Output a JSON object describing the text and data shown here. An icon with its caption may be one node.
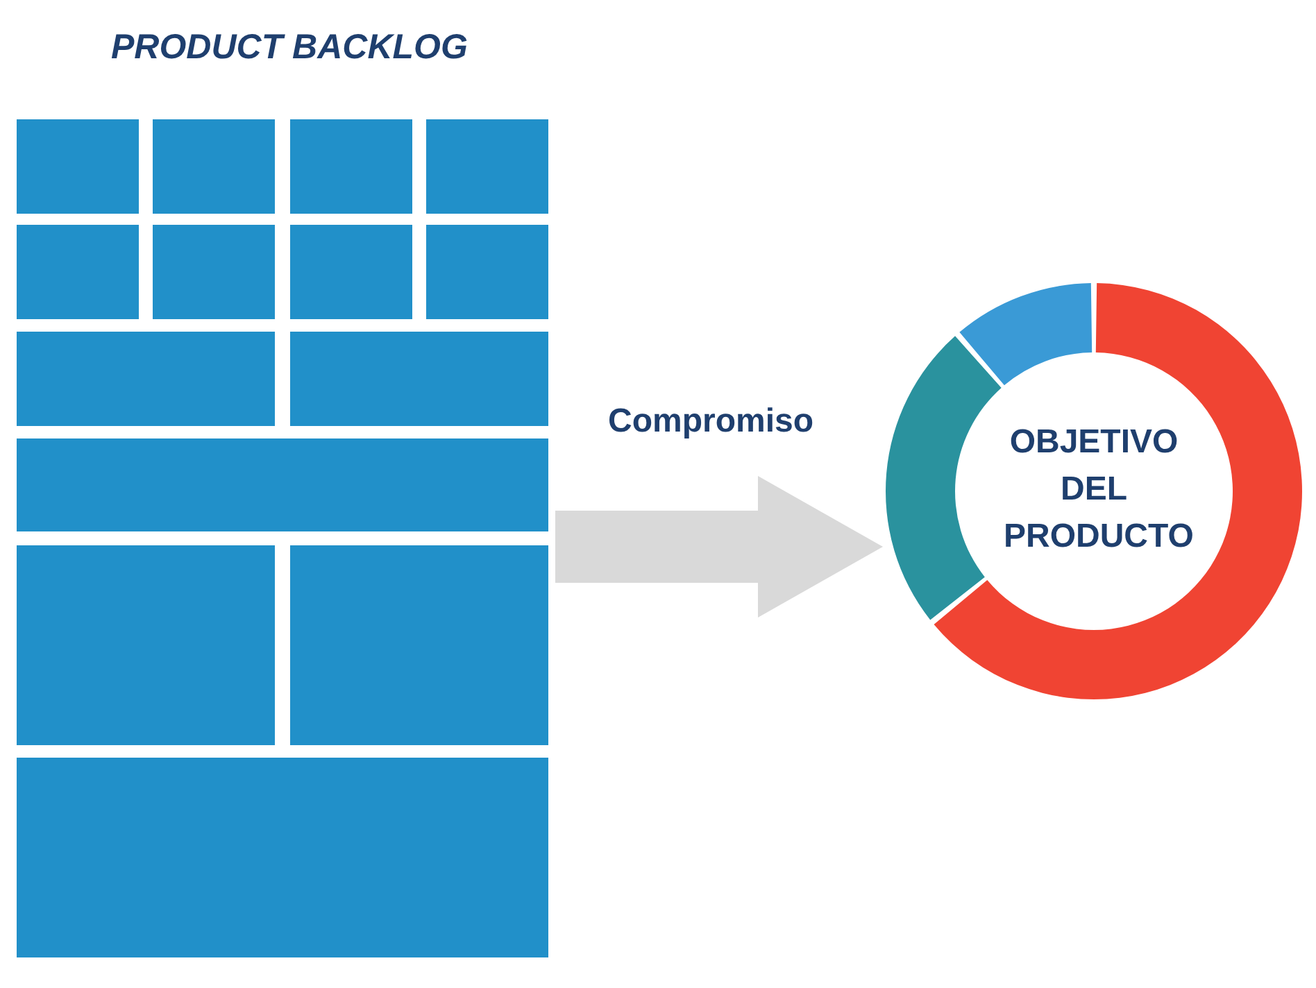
{
  "diagram": {
    "nodes": [
      {
        "text": [
          "PRODUCT BACKLOG"
        ]
      },
      {
        "text": [],
        "shape": "box",
        "in": 0
      },
      {
        "text": [],
        "shape": "box",
        "in": 0
      },
      {
        "text": [],
        "shape": "box",
        "in": 0
      },
      {
        "text": [],
        "shape": "box",
        "in": 0
      },
      {
        "text": [],
        "shape": "box",
        "in": 0
      },
      {
        "text": [],
        "shape": "box",
        "in": 0
      },
      {
        "text": [],
        "shape": "box",
        "in": 0
      },
      {
        "text": [],
        "shape": "box",
        "in": 0
      },
      {
        "text": [],
        "shape": "box",
        "in": 0
      },
      {
        "text": [],
        "shape": "box",
        "in": 0
      },
      {
        "text": [],
        "shape": "box",
        "in": 0
      },
      {
        "text": [],
        "shape": "box",
        "in": 0
      },
      {
        "text": [],
        "shape": "box",
        "in": 0
      },
      {
        "text": [],
        "shape": "box",
        "in": 0
      },
      {
        "text": [
          "OBJETIVO DEL PRODUCTO"
        ]
      }
    ],
    "edges": [
      {
        "from": 0,
        "to": 15,
        "arrow": "to",
        "label": "Compromiso"
      }
    ]
  }
}
